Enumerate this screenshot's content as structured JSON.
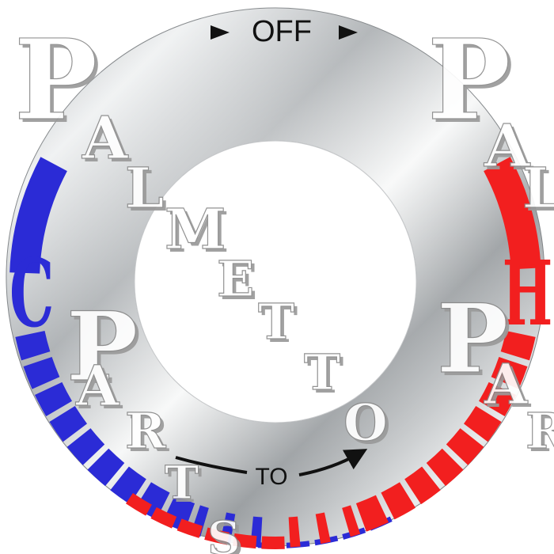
{
  "dial": {
    "off_label": "OFF",
    "to_label": "TO",
    "cold_letter": "C",
    "hot_letter": "H",
    "colors": {
      "cold": "#2b2bd6",
      "hot": "#f21f1f",
      "arrow": "#111111",
      "plate_light": "#f4f5f6",
      "plate_dark": "#8f9396"
    }
  },
  "watermark": {
    "text": "PALMETTO PARTS",
    "letters": [
      "P",
      "A",
      "L",
      "M",
      "E",
      "T",
      "T",
      "O",
      "P",
      "A",
      "R",
      "T",
      "S"
    ],
    "color": "#ffffff",
    "shadow": "#9a9a9a"
  }
}
